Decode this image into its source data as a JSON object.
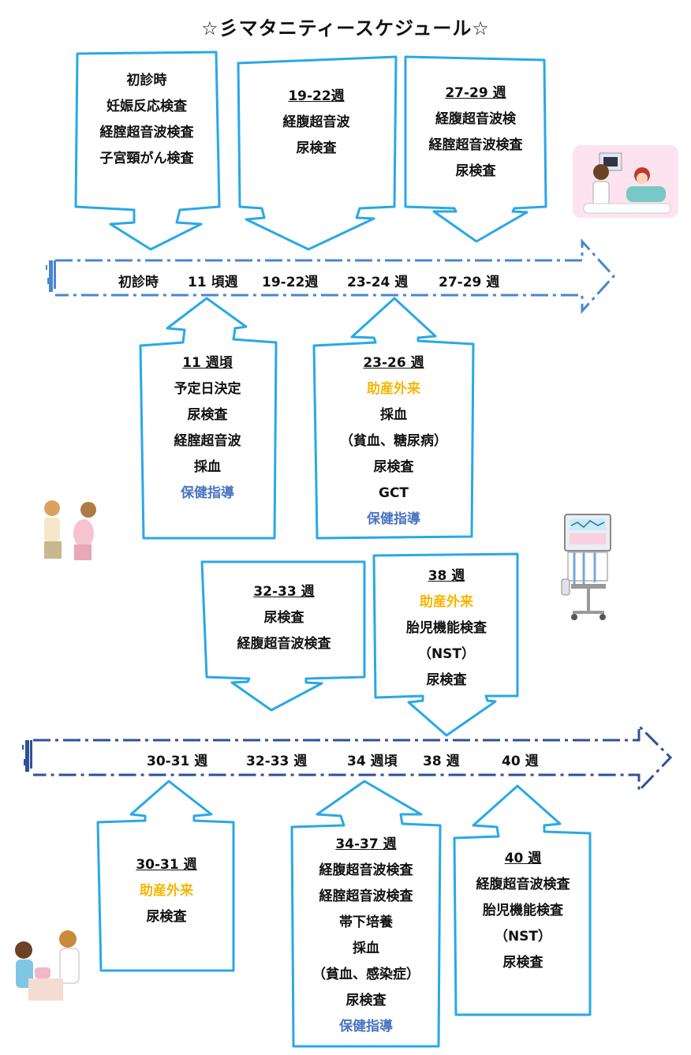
{
  "title": "☆彡マタニティースケジュール☆",
  "timeline1": [
    "初診時",
    "11 頃週",
    "19-22週",
    "23-24 週",
    "27-29 週"
  ],
  "timeline2": [
    "30-31 週",
    "32-33 週",
    "34 週頃",
    "38 週",
    "40 週"
  ],
  "boxes": {
    "first_visit": {
      "lines": [
        "初診時",
        "妊娠反応検査",
        "経腟超音波検査",
        "子宮頸がん検査"
      ]
    },
    "w19_22": {
      "heading": "19-22週",
      "lines": [
        "経腹超音波",
        "尿検査"
      ]
    },
    "w27_29": {
      "heading": "27-29 週",
      "lines": [
        "経腹超音波検",
        "経腟超音波検査",
        "尿検査"
      ]
    },
    "w11": {
      "heading": "11 週頃",
      "lines": [
        "予定日決定",
        "尿検査",
        "経腟超音波",
        "採血"
      ],
      "blue": "保健指導"
    },
    "w23_26": {
      "heading": "23-26 週",
      "orange": "助産外来",
      "lines": [
        "採血",
        "（貧血、糖尿病）",
        "尿検査",
        "GCT"
      ],
      "blue": "保健指導"
    },
    "w32_33": {
      "heading": "32-33 週",
      "lines": [
        "尿検査",
        "経腹超音波検査"
      ]
    },
    "w38": {
      "heading": "38 週",
      "orange": "助産外来",
      "lines": [
        "胎児機能検査",
        "（NST）",
        "尿検査"
      ]
    },
    "w30_31": {
      "heading": "30-31 週",
      "orange": "助産外来",
      "lines": [
        "尿検査"
      ]
    },
    "w34_37": {
      "heading": "34-37 週",
      "lines": [
        "経腹超音波検査",
        "経腟超音波検査",
        "帯下培養",
        "採血",
        "（貧血、感染症）",
        "尿検査"
      ],
      "blue": "保健指導"
    },
    "w40": {
      "heading": "40 週",
      "lines": [
        "経腹超音波検査",
        "胎児機能検査",
        "（NST）",
        "尿検査"
      ]
    }
  },
  "colors": {
    "outline": "#29a8e6",
    "arrow1": "#4a86d0",
    "arrow2": "#2f4f99",
    "orange": "#f7b500",
    "blue": "#4a74c0"
  }
}
